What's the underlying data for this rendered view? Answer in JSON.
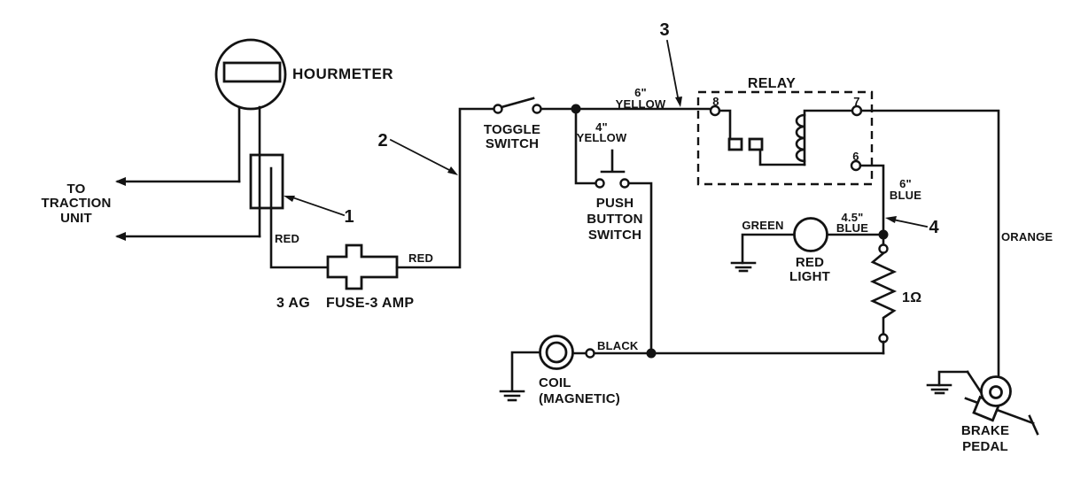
{
  "components": {
    "hourmeter": {
      "label": "HOURMETER"
    },
    "traction_unit": {
      "lines": [
        "TO",
        "TRACTION",
        "UNIT"
      ]
    },
    "fuse": {
      "label_parts": [
        "3 AG",
        "FUSE-3 AMP"
      ]
    },
    "toggle_switch": {
      "lines": [
        "TOGGLE",
        "SWITCH"
      ]
    },
    "push_button_switch": {
      "lines": [
        "PUSH",
        "BUTTON",
        "SWITCH"
      ]
    },
    "relay": {
      "label": "RELAY",
      "terminals": {
        "t8": "8",
        "t7": "7",
        "t6": "6"
      }
    },
    "red_light": {
      "lines": [
        "RED",
        "LIGHT"
      ]
    },
    "resistor": {
      "value": "1Ω"
    },
    "coil": {
      "lines": [
        "COIL",
        "(MAGNETIC)"
      ]
    },
    "brake_pedal": {
      "lines": [
        "BRAKE",
        "PEDAL"
      ]
    }
  },
  "wires": {
    "red_left": "RED",
    "red_right": "RED",
    "yellow_6": {
      "lines": [
        "6\"",
        "YELLOW"
      ]
    },
    "yellow_4": {
      "lines": [
        "4\"",
        "YELLOW"
      ]
    },
    "blue_6": {
      "lines": [
        "6\"",
        "BLUE"
      ]
    },
    "blue_4_5": {
      "lines": [
        "4.5\"",
        "BLUE"
      ]
    },
    "green": "GREEN",
    "black": "BLACK",
    "orange": "ORANGE"
  },
  "callouts": {
    "c1": "1",
    "c2": "2",
    "c3": "3",
    "c4": "4"
  },
  "colors": {
    "ink": "#131313",
    "background": "#ffffff"
  }
}
